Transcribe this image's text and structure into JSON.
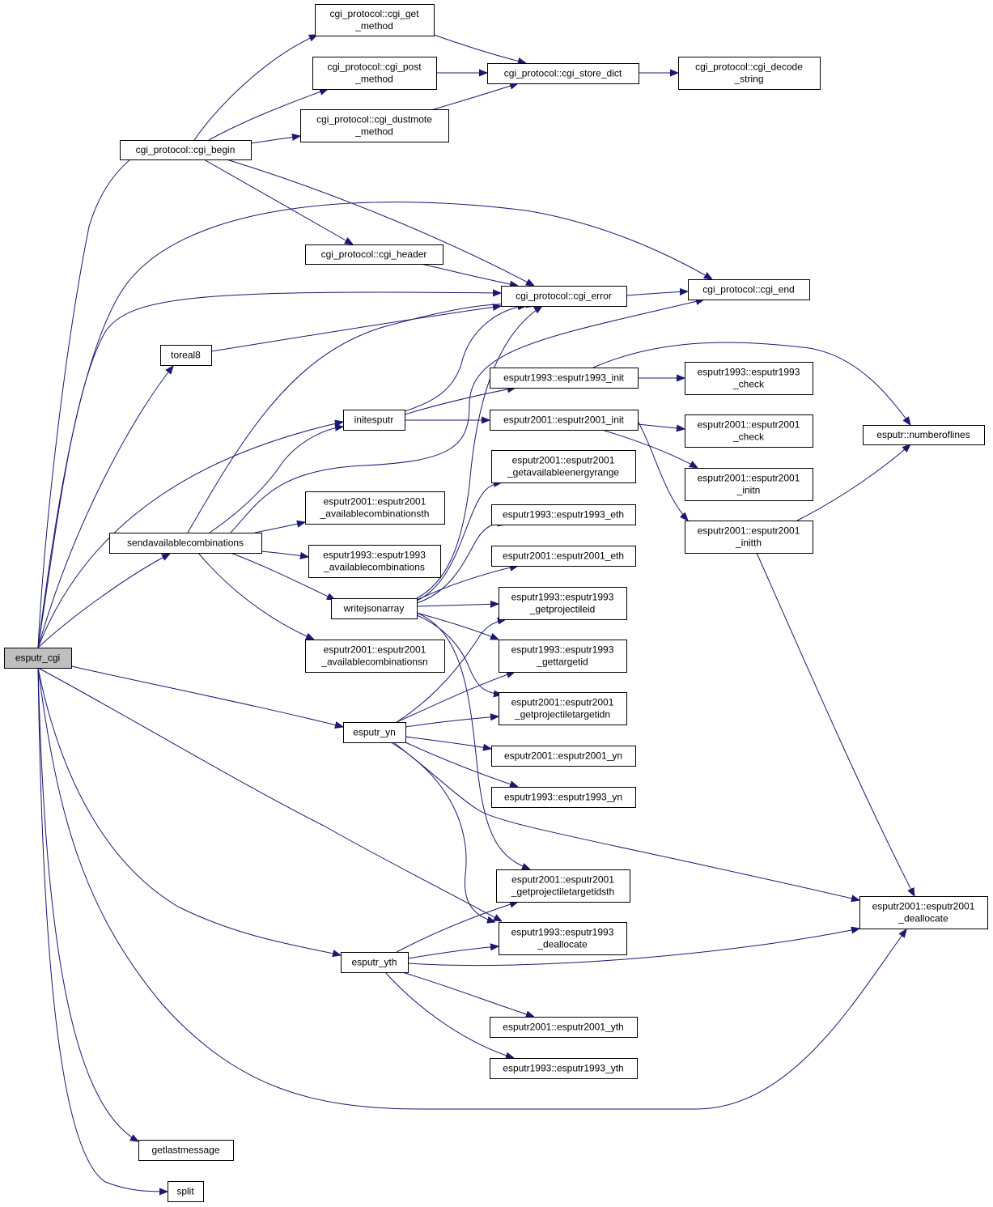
{
  "diagram": {
    "nodes": [
      {
        "id": "esputr_cgi",
        "lines": [
          "esputr_cgi"
        ],
        "root": true
      },
      {
        "id": "cgi_begin",
        "lines": [
          "cgi_protocol::cgi_begin"
        ]
      },
      {
        "id": "cgi_get_method",
        "lines": [
          "cgi_protocol::cgi_get",
          "_method"
        ]
      },
      {
        "id": "cgi_post_method",
        "lines": [
          "cgi_protocol::cgi_post",
          "_method"
        ]
      },
      {
        "id": "cgi_dustmote_method",
        "lines": [
          "cgi_protocol::cgi_dustmote",
          "_method"
        ]
      },
      {
        "id": "cgi_store_dict",
        "lines": [
          "cgi_protocol::cgi_store_dict"
        ]
      },
      {
        "id": "cgi_decode_string",
        "lines": [
          "cgi_protocol::cgi_decode",
          "_string"
        ]
      },
      {
        "id": "cgi_header",
        "lines": [
          "cgi_protocol::cgi_header"
        ]
      },
      {
        "id": "cgi_error",
        "lines": [
          "cgi_protocol::cgi_error"
        ]
      },
      {
        "id": "cgi_end",
        "lines": [
          "cgi_protocol::cgi_end"
        ]
      },
      {
        "id": "toreal8",
        "lines": [
          "toreal8"
        ]
      },
      {
        "id": "initesputr",
        "lines": [
          "initesputr"
        ]
      },
      {
        "id": "e1993_init",
        "lines": [
          "esputr1993::esputr1993_init"
        ]
      },
      {
        "id": "e1993_check",
        "lines": [
          "esputr1993::esputr1993",
          "_check"
        ]
      },
      {
        "id": "e2001_init",
        "lines": [
          "esputr2001::esputr2001_init"
        ]
      },
      {
        "id": "e2001_check",
        "lines": [
          "esputr2001::esputr2001",
          "_check"
        ]
      },
      {
        "id": "numberoflines",
        "lines": [
          "esputr::numberoflines"
        ]
      },
      {
        "id": "e2001_getavail",
        "lines": [
          "esputr2001::esputr2001",
          "_getavailableenergyrange"
        ]
      },
      {
        "id": "e2001_initn",
        "lines": [
          "esputr2001::esputr2001",
          "_initn"
        ]
      },
      {
        "id": "e2001_avail_th",
        "lines": [
          "esputr2001::esputr2001",
          "_availablecombinationsth"
        ]
      },
      {
        "id": "e1993_eth",
        "lines": [
          "esputr1993::esputr1993_eth"
        ]
      },
      {
        "id": "e2001_initth",
        "lines": [
          "esputr2001::esputr2001",
          "_initth"
        ]
      },
      {
        "id": "sendavail",
        "lines": [
          "sendavailablecombinations"
        ]
      },
      {
        "id": "e1993_avail",
        "lines": [
          "esputr1993::esputr1993",
          "_availablecombinations"
        ]
      },
      {
        "id": "e2001_eth",
        "lines": [
          "esputr2001::esputr2001_eth"
        ]
      },
      {
        "id": "writejsonarray",
        "lines": [
          "writejsonarray"
        ]
      },
      {
        "id": "e1993_getproj",
        "lines": [
          "esputr1993::esputr1993",
          "_getprojectileid"
        ]
      },
      {
        "id": "e2001_avail_n",
        "lines": [
          "esputr2001::esputr2001",
          "_availablecombinationsn"
        ]
      },
      {
        "id": "e1993_gettarget",
        "lines": [
          "esputr1993::esputr1993",
          "_gettargetid"
        ]
      },
      {
        "id": "e2001_getpt_n",
        "lines": [
          "esputr2001::esputr2001",
          "_getprojectiletargetidn"
        ]
      },
      {
        "id": "esputr_yn",
        "lines": [
          "esputr_yn"
        ]
      },
      {
        "id": "e2001_yn",
        "lines": [
          "esputr2001::esputr2001_yn"
        ]
      },
      {
        "id": "e1993_yn",
        "lines": [
          "esputr1993::esputr1993_yn"
        ]
      },
      {
        "id": "e2001_getpt_th",
        "lines": [
          "esputr2001::esputr2001",
          "_getprojectiletargetidsth"
        ]
      },
      {
        "id": "e2001_dealloc",
        "lines": [
          "esputr2001::esputr2001",
          "_deallocate"
        ]
      },
      {
        "id": "e1993_dealloc",
        "lines": [
          "esputr1993::esputr1993",
          "_deallocate"
        ]
      },
      {
        "id": "esputr_yth",
        "lines": [
          "esputr_yth"
        ]
      },
      {
        "id": "e2001_yth",
        "lines": [
          "esputr2001::esputr2001_yth"
        ]
      },
      {
        "id": "e1993_yth",
        "lines": [
          "esputr1993::esputr1993_yth"
        ]
      },
      {
        "id": "getlastmessage",
        "lines": [
          "getlastmessage"
        ]
      },
      {
        "id": "split",
        "lines": [
          "split"
        ]
      }
    ],
    "edges": [
      {
        "from": "esputr_cgi",
        "to": "cgi_begin"
      },
      {
        "from": "esputr_cgi",
        "to": "cgi_error"
      },
      {
        "from": "esputr_cgi",
        "to": "cgi_end"
      },
      {
        "from": "esputr_cgi",
        "to": "toreal8"
      },
      {
        "from": "esputr_cgi",
        "to": "initesputr"
      },
      {
        "from": "esputr_cgi",
        "to": "sendavail"
      },
      {
        "from": "esputr_cgi",
        "to": "esputr_yn"
      },
      {
        "from": "esputr_cgi",
        "to": "e1993_dealloc"
      },
      {
        "from": "esputr_cgi",
        "to": "esputr_yth"
      },
      {
        "from": "esputr_cgi",
        "to": "e2001_dealloc"
      },
      {
        "from": "esputr_cgi",
        "to": "getlastmessage"
      },
      {
        "from": "esputr_cgi",
        "to": "split"
      },
      {
        "from": "cgi_begin",
        "to": "cgi_get_method"
      },
      {
        "from": "cgi_begin",
        "to": "cgi_post_method"
      },
      {
        "from": "cgi_begin",
        "to": "cgi_dustmote_method"
      },
      {
        "from": "cgi_begin",
        "to": "cgi_header"
      },
      {
        "from": "cgi_begin",
        "to": "cgi_error"
      },
      {
        "from": "cgi_get_method",
        "to": "cgi_store_dict"
      },
      {
        "from": "cgi_post_method",
        "to": "cgi_store_dict"
      },
      {
        "from": "cgi_dustmote_method",
        "to": "cgi_store_dict"
      },
      {
        "from": "cgi_store_dict",
        "to": "cgi_decode_string"
      },
      {
        "from": "cgi_header",
        "to": "cgi_error"
      },
      {
        "from": "cgi_error",
        "to": "cgi_end"
      },
      {
        "from": "toreal8",
        "to": "cgi_error"
      },
      {
        "from": "initesputr",
        "to": "cgi_error"
      },
      {
        "from": "initesputr",
        "to": "e1993_init"
      },
      {
        "from": "initesputr",
        "to": "e2001_init"
      },
      {
        "from": "e1993_init",
        "to": "e1993_check"
      },
      {
        "from": "e1993_init",
        "to": "numberoflines"
      },
      {
        "from": "e2001_init",
        "to": "e2001_check"
      },
      {
        "from": "e2001_init",
        "to": "e2001_initn"
      },
      {
        "from": "e2001_init",
        "to": "e2001_initth"
      },
      {
        "from": "e2001_initth",
        "to": "numberoflines"
      },
      {
        "from": "e2001_initth",
        "to": "e2001_dealloc"
      },
      {
        "from": "sendavail",
        "to": "cgi_error"
      },
      {
        "from": "sendavail",
        "to": "cgi_end"
      },
      {
        "from": "sendavail",
        "to": "initesputr"
      },
      {
        "from": "sendavail",
        "to": "e2001_avail_th"
      },
      {
        "from": "sendavail",
        "to": "e1993_avail"
      },
      {
        "from": "sendavail",
        "to": "writejsonarray"
      },
      {
        "from": "sendavail",
        "to": "e2001_avail_n"
      },
      {
        "from": "writejsonarray",
        "to": "cgi_error"
      },
      {
        "from": "writejsonarray",
        "to": "e2001_getavail"
      },
      {
        "from": "writejsonarray",
        "to": "e1993_eth"
      },
      {
        "from": "writejsonarray",
        "to": "e2001_eth"
      },
      {
        "from": "writejsonarray",
        "to": "e1993_getproj"
      },
      {
        "from": "writejsonarray",
        "to": "e1993_gettarget"
      },
      {
        "from": "writejsonarray",
        "to": "e2001_getpt_n"
      },
      {
        "from": "writejsonarray",
        "to": "e2001_getpt_th"
      },
      {
        "from": "esputr_yn",
        "to": "e1993_getproj"
      },
      {
        "from": "esputr_yn",
        "to": "e1993_gettarget"
      },
      {
        "from": "esputr_yn",
        "to": "e2001_getpt_n"
      },
      {
        "from": "esputr_yn",
        "to": "e2001_yn"
      },
      {
        "from": "esputr_yn",
        "to": "e1993_yn"
      },
      {
        "from": "esputr_yn",
        "to": "e2001_dealloc"
      },
      {
        "from": "esputr_yn",
        "to": "e1993_dealloc"
      },
      {
        "from": "esputr_yth",
        "to": "e2001_getpt_th"
      },
      {
        "from": "esputr_yth",
        "to": "e1993_dealloc"
      },
      {
        "from": "esputr_yth",
        "to": "e2001_dealloc"
      },
      {
        "from": "esputr_yth",
        "to": "e2001_yth"
      },
      {
        "from": "esputr_yth",
        "to": "e1993_yth"
      }
    ]
  }
}
